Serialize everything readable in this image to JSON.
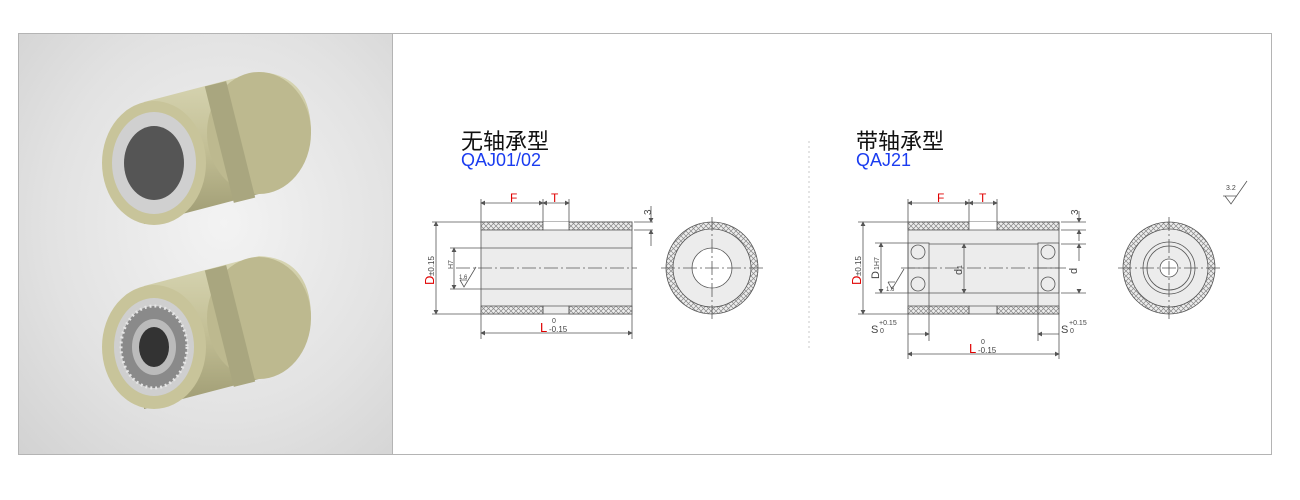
{
  "left_drawing": {
    "title": "无轴承型",
    "code": "QAJ01/02",
    "labels": {
      "F": "F",
      "T": "T",
      "groove_depth": "3",
      "D": "D",
      "D_tol": "±0.15",
      "bore": "H7",
      "roughness": "1.6",
      "L": "L",
      "L_upper": "0",
      "L_lower": "-0.15"
    }
  },
  "right_drawing": {
    "title": "带轴承型",
    "code": "QAJ21",
    "labels": {
      "F": "F",
      "T": "T",
      "groove_depth": "3",
      "D": "D",
      "D_tol": "±0.15",
      "D1": "D",
      "D1_sub": "1H7",
      "d1": "d",
      "d1_sub": "1",
      "d": "d",
      "roughness": "1.6",
      "S": "S",
      "S_tol_upper": "+0.15",
      "S_tol_lower": "0",
      "L": "L",
      "L_upper": "0",
      "L_lower": "-0.15",
      "surface_roughness": "3.2"
    }
  },
  "colors": {
    "accent_red": "#e00000",
    "code_blue": "#1a3cf0",
    "roller": "#c9c59c"
  }
}
